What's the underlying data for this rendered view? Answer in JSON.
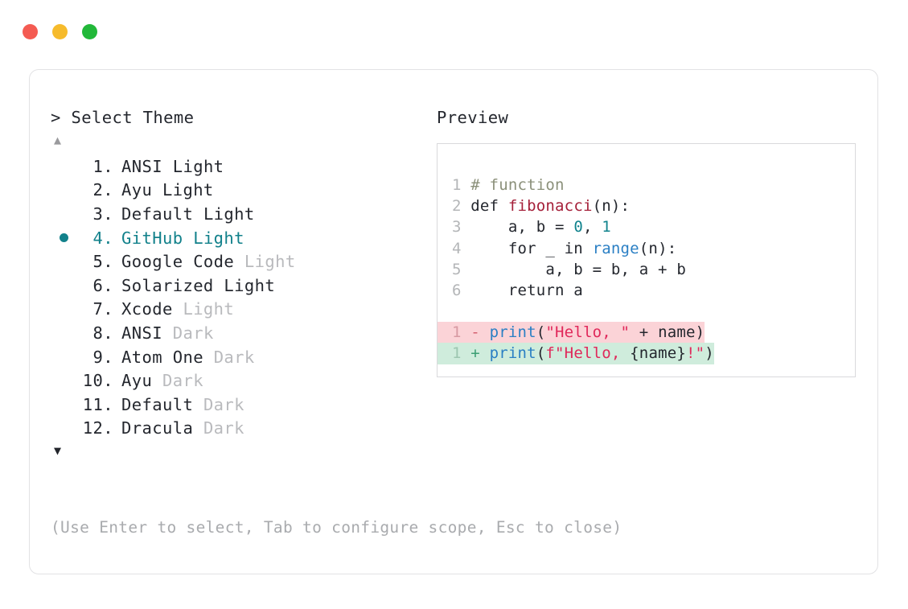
{
  "window": {
    "traffic_lights": [
      {
        "name": "close",
        "color": "#f45b52"
      },
      {
        "name": "minimize",
        "color": "#f6bb2c"
      },
      {
        "name": "maximize",
        "color": "#22b839"
      }
    ]
  },
  "selector": {
    "prompt": "> Select Theme",
    "scroll_up": "▲",
    "scroll_down": "▼",
    "selected_index": 4,
    "accent_color": "#12818b",
    "items": [
      {
        "index": "1.",
        "name": "ANSI",
        "suffix": "Light",
        "suffix_dim": false,
        "selected": false
      },
      {
        "index": "2.",
        "name": "Ayu",
        "suffix": "Light",
        "suffix_dim": false,
        "selected": false
      },
      {
        "index": "3.",
        "name": "Default",
        "suffix": "Light",
        "suffix_dim": false,
        "selected": false
      },
      {
        "index": "4.",
        "name": "GitHub",
        "suffix": "Light",
        "suffix_dim": false,
        "selected": true
      },
      {
        "index": "5.",
        "name": "Google Code",
        "suffix": "Light",
        "suffix_dim": true,
        "selected": false
      },
      {
        "index": "6.",
        "name": "Solarized",
        "suffix": "Light",
        "suffix_dim": false,
        "selected": false
      },
      {
        "index": "7.",
        "name": "Xcode",
        "suffix": "Light",
        "suffix_dim": true,
        "selected": false
      },
      {
        "index": "8.",
        "name": "ANSI",
        "suffix": "Dark",
        "suffix_dim": true,
        "selected": false
      },
      {
        "index": "9.",
        "name": "Atom One",
        "suffix": "Dark",
        "suffix_dim": true,
        "selected": false
      },
      {
        "index": "10.",
        "name": "Ayu",
        "suffix": "Dark",
        "suffix_dim": true,
        "selected": false
      },
      {
        "index": "11.",
        "name": "Default",
        "suffix": "Dark",
        "suffix_dim": true,
        "selected": false
      },
      {
        "index": "12.",
        "name": "Dracula",
        "suffix": "Dark",
        "suffix_dim": true,
        "selected": false
      }
    ]
  },
  "preview": {
    "label": "Preview",
    "code_lines": [
      {
        "num": "1",
        "tokens": [
          {
            "t": "# function",
            "c": "comment"
          }
        ]
      },
      {
        "num": "2",
        "tokens": [
          {
            "t": "def ",
            "c": "plain"
          },
          {
            "t": "fibonacci",
            "c": "func"
          },
          {
            "t": "(n):",
            "c": "plain"
          }
        ]
      },
      {
        "num": "3",
        "tokens": [
          {
            "t": "    a, b = ",
            "c": "plain"
          },
          {
            "t": "0",
            "c": "num"
          },
          {
            "t": ", ",
            "c": "plain"
          },
          {
            "t": "1",
            "c": "num"
          }
        ]
      },
      {
        "num": "4",
        "tokens": [
          {
            "t": "    for _ in ",
            "c": "plain"
          },
          {
            "t": "range",
            "c": "builtin"
          },
          {
            "t": "(n):",
            "c": "plain"
          }
        ]
      },
      {
        "num": "5",
        "tokens": [
          {
            "t": "        a, b = b, a + b",
            "c": "plain"
          }
        ]
      },
      {
        "num": "6",
        "tokens": [
          {
            "t": "    return a",
            "c": "plain"
          }
        ]
      }
    ],
    "diff_lines": [
      {
        "kind": "del",
        "num": "1",
        "sign": "-",
        "tokens": [
          {
            "t": "print",
            "c": "builtin"
          },
          {
            "t": "(",
            "c": "plain"
          },
          {
            "t": "\"Hello, \"",
            "c": "str"
          },
          {
            "t": " + name)",
            "c": "plain"
          }
        ]
      },
      {
        "kind": "add",
        "num": "1",
        "sign": "+",
        "tokens": [
          {
            "t": "print",
            "c": "builtin"
          },
          {
            "t": "(",
            "c": "plain"
          },
          {
            "t": "f\"Hello, ",
            "c": "str"
          },
          {
            "t": "{name}",
            "c": "plain"
          },
          {
            "t": "!\"",
            "c": "str"
          },
          {
            "t": ")",
            "c": "plain"
          }
        ]
      }
    ]
  },
  "footer": {
    "hint": "(Use Enter to select, Tab to configure scope, Esc to close)"
  }
}
